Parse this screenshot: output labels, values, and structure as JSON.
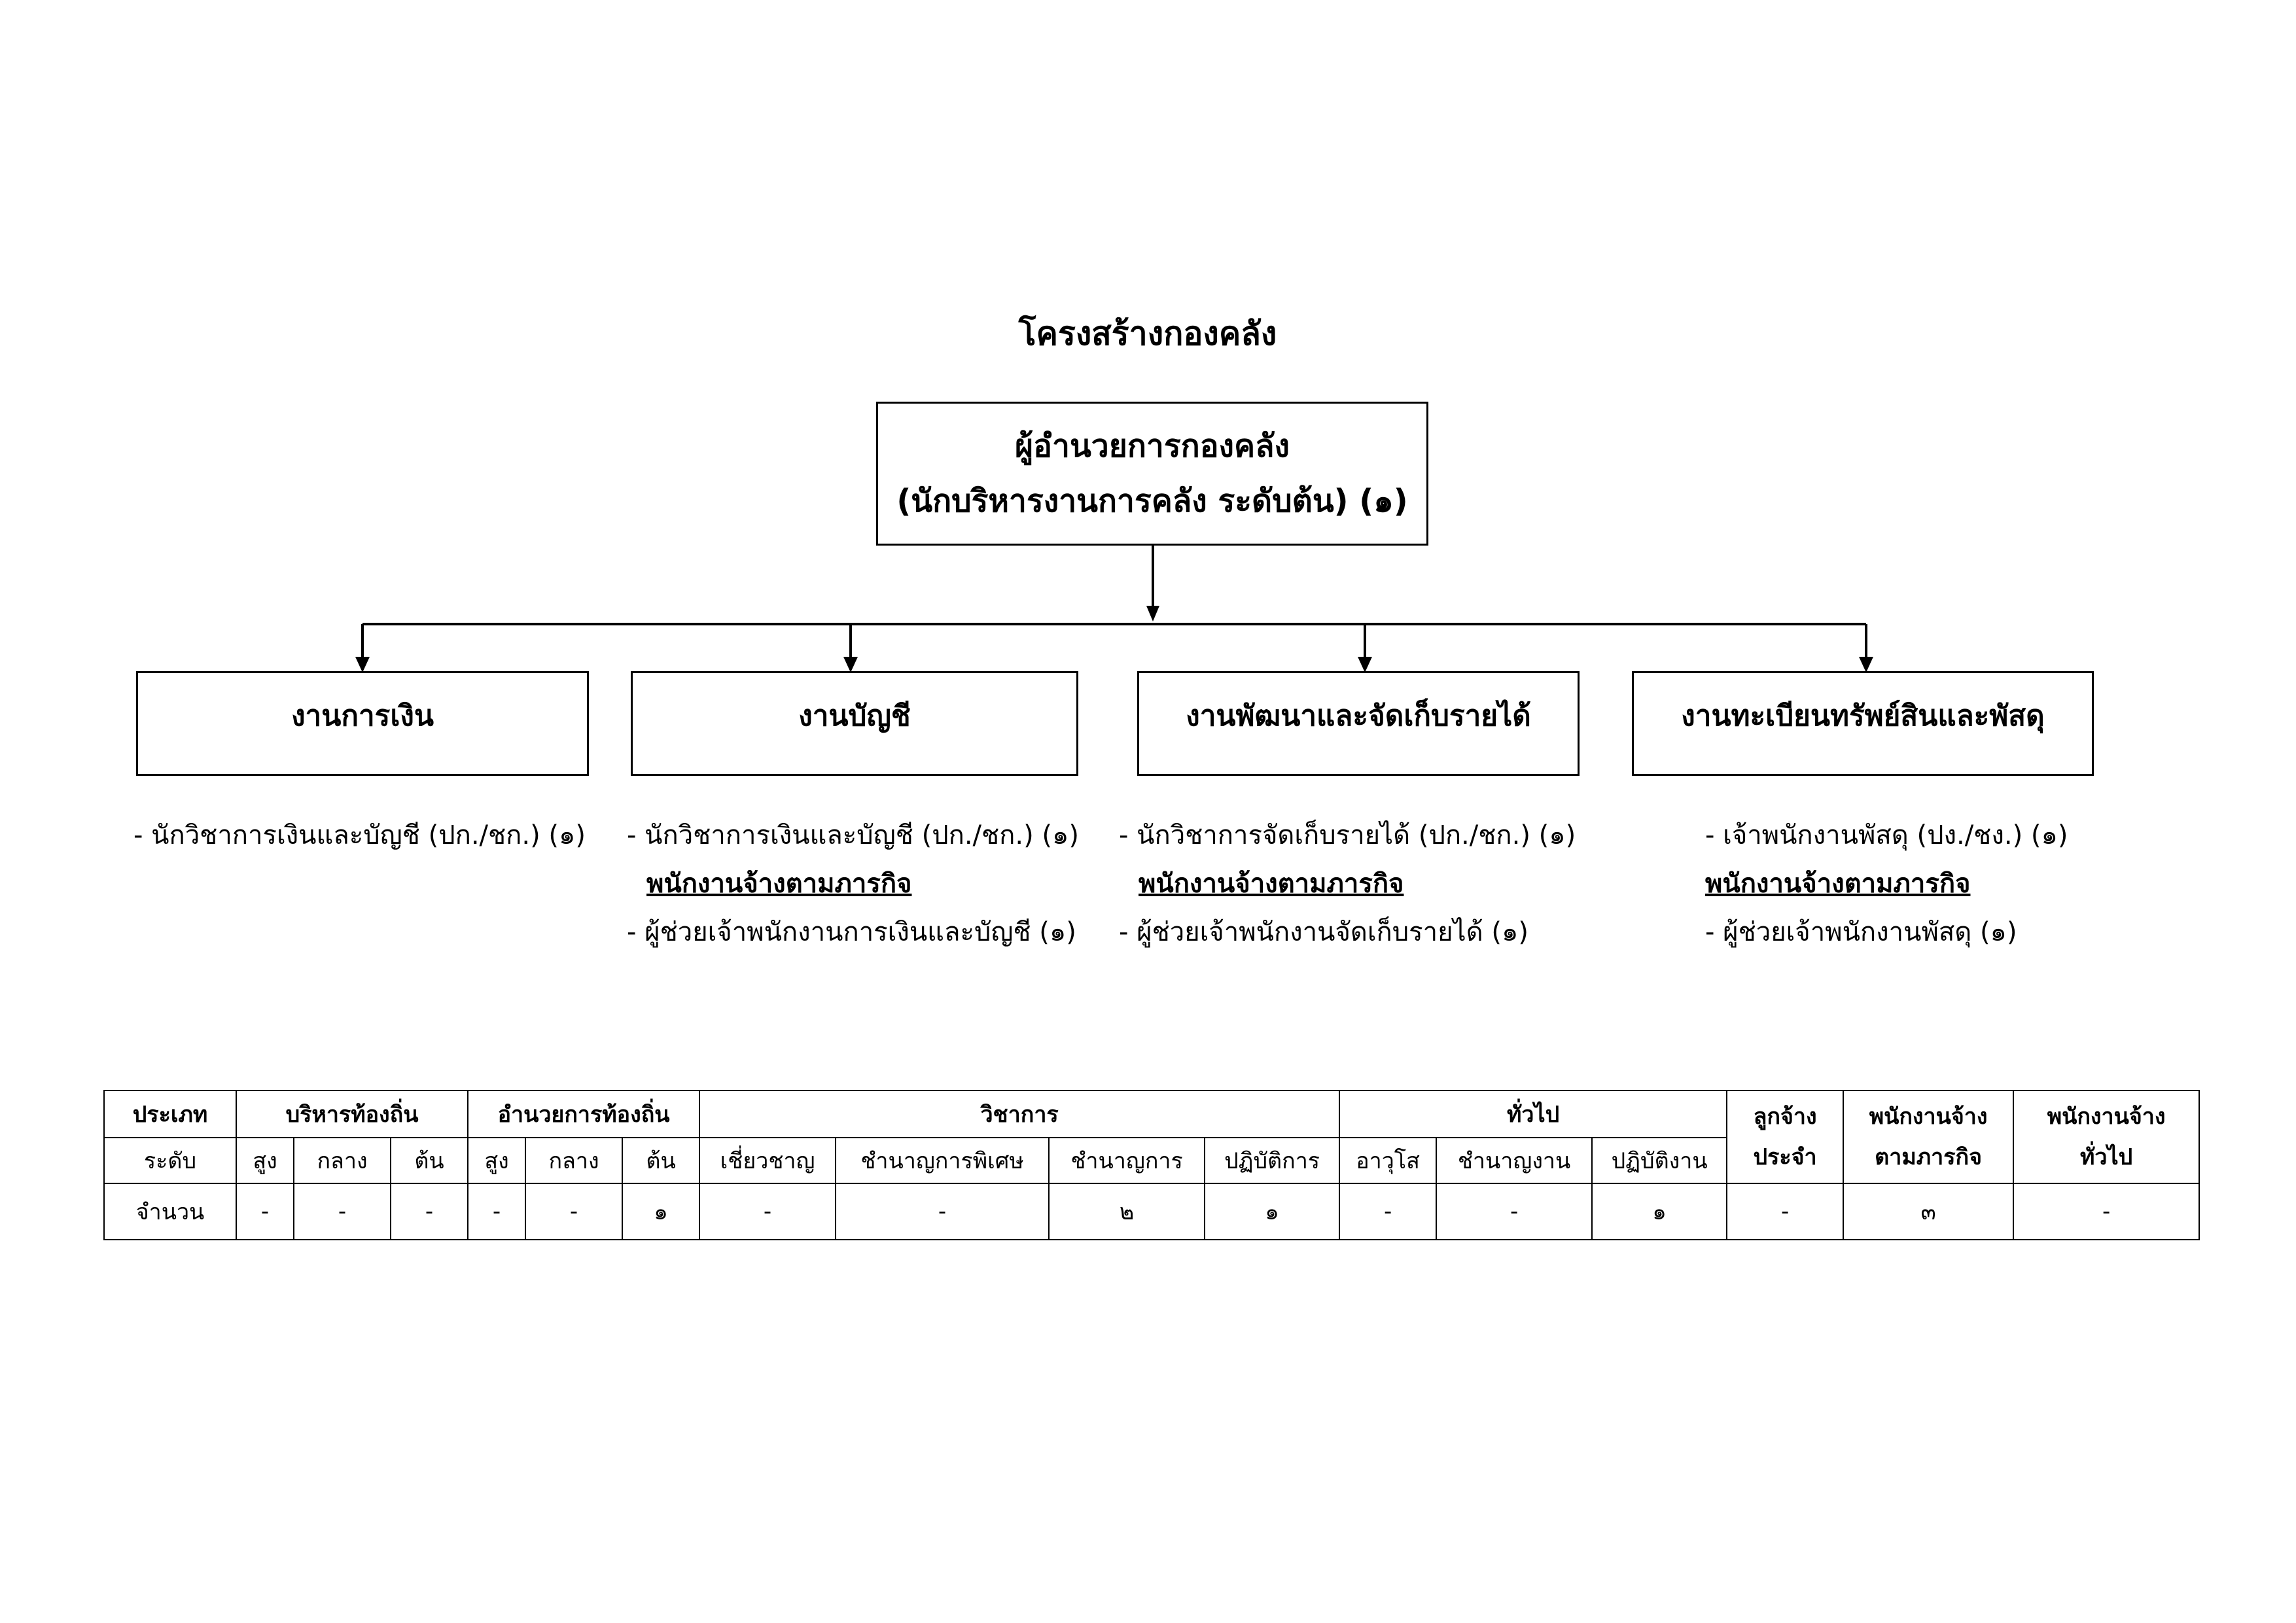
{
  "title": "โครงสร้างกองคลัง",
  "head": {
    "line1": "ผู้อำนวยการกองคลัง",
    "line2": "(นักบริหารงานการคลัง ระดับต้น) (๑)"
  },
  "units": [
    {
      "name": "งานการเงิน",
      "staff": "- นักวิชาการเงินและบัญชี (ปก./ชก.) (๑)",
      "contract_heading": "",
      "contract_staff": ""
    },
    {
      "name": "งานบัญชี",
      "staff": "- นักวิชาการเงินและบัญชี (ปก./ชก.) (๑)",
      "contract_heading": "พนักงานจ้างตามภารกิจ",
      "contract_staff": "- ผู้ช่วยเจ้าพนักงานการเงินและบัญชี (๑)"
    },
    {
      "name": "งานพัฒนาและจัดเก็บรายได้",
      "staff": "- นักวิชาการจัดเก็บรายได้ (ปก./ชก.) (๑)",
      "contract_heading": "พนักงานจ้างตามภารกิจ",
      "contract_staff": "- ผู้ช่วยเจ้าพนักงานจัดเก็บรายได้ (๑)"
    },
    {
      "name": "งานทะเบียนทรัพย์สินและพัสดุ",
      "staff": "- เจ้าพนักงานพัสดุ (ปง./ชง.) (๑)",
      "contract_heading": "พนักงานจ้างตามภารกิจ",
      "contract_staff": "- ผู้ช่วยเจ้าพนักงานพัสดุ  (๑)"
    }
  ],
  "table": {
    "type_label": "ประเภท",
    "level_label": "ระดับ",
    "count_label": "จำนวน",
    "groups": {
      "local_admin": "บริหารท้องถิ่น",
      "local_director": "อำนวยการท้องถิ่น",
      "academic": "วิชาการ",
      "general": "ทั่วไป"
    },
    "permanent_employee": {
      "line1": "ลูกจ้าง",
      "line2": "ประจำ"
    },
    "mission_employee": {
      "line1": "พนักงานจ้าง",
      "line2": "ตามภารกิจ"
    },
    "general_employee": {
      "line1": "พนักงานจ้าง",
      "line2": "ทั่วไป"
    },
    "levels": [
      "สูง",
      "กลาง",
      "ต้น",
      "สูง",
      "กลาง",
      "ต้น",
      "เชี่ยวชาญ",
      "ชำนาญการพิเศษ",
      "ชำนาญการ",
      "ปฏิบัติการ",
      "อาวุโส",
      "ชำนาญงาน",
      "ปฏิบัติงาน"
    ],
    "counts": [
      "-",
      "-",
      "-",
      "-",
      "-",
      "๑",
      "-",
      "-",
      "๒",
      "๑",
      "-",
      "-",
      "๑",
      "-",
      "๓",
      "-"
    ]
  }
}
